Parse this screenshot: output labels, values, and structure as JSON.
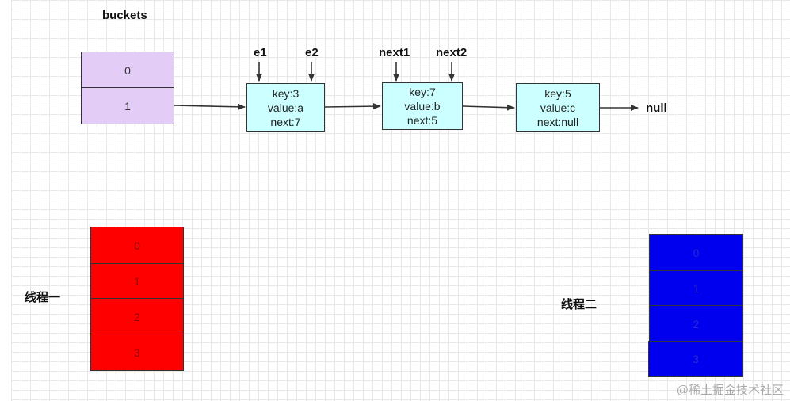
{
  "title": "buckets",
  "buckets": [
    "0",
    "1"
  ],
  "nodes": [
    {
      "key": "key:3",
      "value": "value:a",
      "next": "next:7"
    },
    {
      "key": "key:7",
      "value": "value:b",
      "next": "next:5"
    },
    {
      "key": "key:5",
      "value": "value:c",
      "next": "next:null"
    }
  ],
  "pointers": {
    "e1": "e1",
    "e2": "e2",
    "next1": "next1",
    "next2": "next2"
  },
  "null_label": "null",
  "thread1": {
    "label": "线程一",
    "cells": [
      "0",
      "1",
      "2",
      "3"
    ],
    "color": "#ff0000"
  },
  "thread2": {
    "label": "线程二",
    "cells": [
      "0",
      "1",
      "2",
      "3"
    ],
    "color": "#0000ee"
  },
  "watermark": "@稀土掘金技术社区"
}
